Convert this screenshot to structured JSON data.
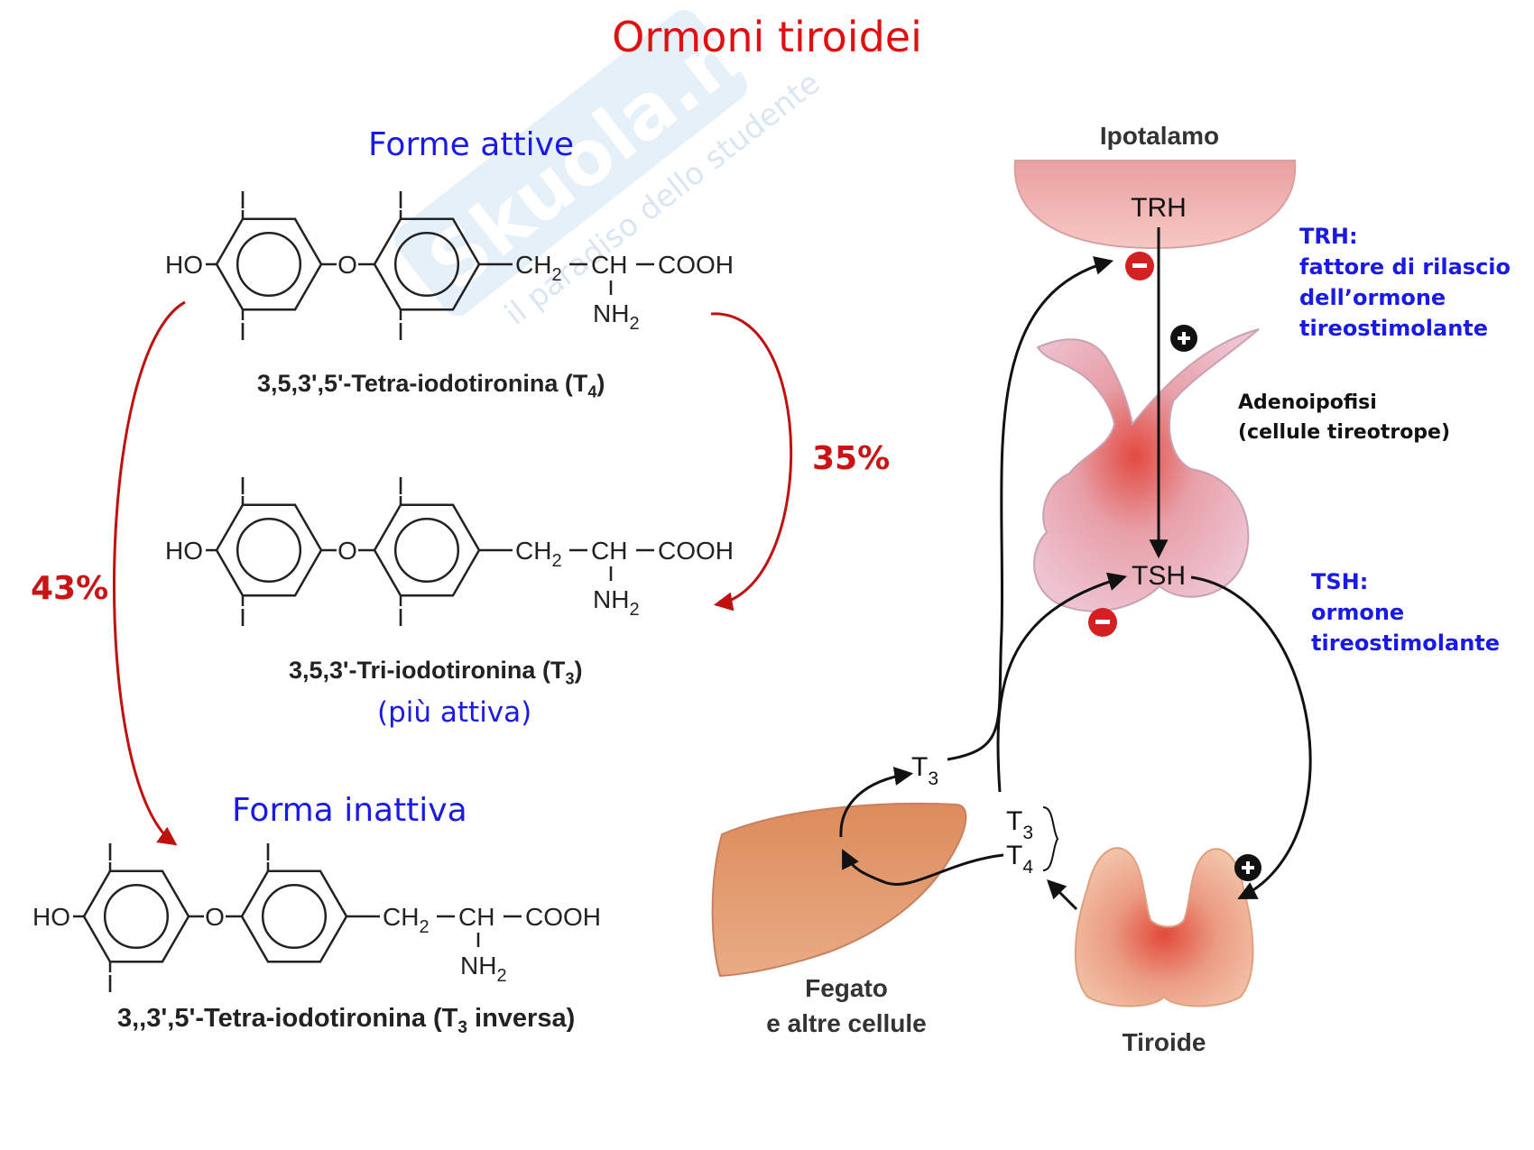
{
  "title": "Ormoni tiroidei",
  "watermark": {
    "brand": "Skuola.net",
    "tagline": "il paradiso dello studente"
  },
  "headings": {
    "active_forms": "Forme attive",
    "inactive_form": "Forma inattiva"
  },
  "molecules": {
    "t4": {
      "name": "3,5,3',5'-Tetra-iodotironina (T",
      "sub": "4",
      "close": ")"
    },
    "t3": {
      "name": "3,5,3'-Tri-iodotironina (T",
      "sub": "3",
      "close": ")",
      "note": "(più attiva)"
    },
    "rt3": {
      "name": "3,,3',5'-Tetra-iodotironina (T",
      "sub": "3",
      "close": " inversa)"
    }
  },
  "chem_labels": {
    "ho": "HO",
    "o": "O",
    "iodine": "I",
    "ch2": "CH",
    "ch2_sub": "2",
    "ch": "CH",
    "cooh": "COOH",
    "nh2": "NH",
    "nh2_sub": "2"
  },
  "percentages": {
    "t4_to_t3": "35%",
    "t4_to_rt3": "43%"
  },
  "diagram": {
    "hypothalamus": "Ipotalamo",
    "trh": "TRH",
    "tsh": "TSH",
    "pituitary": [
      "Adenoipofisi",
      "(cellule tireotrope)"
    ],
    "thyroid": "Tiroide",
    "liver": [
      "Fegato",
      "e altre cellule"
    ],
    "t3_label": "T",
    "t3_sub": "3",
    "t4_label": "T",
    "t4_sub": "4",
    "plus": "+",
    "minus": "−"
  },
  "definitions": {
    "trh": [
      "TRH:",
      "fattore di rilascio",
      "dell’ormone",
      "tireostimolante"
    ],
    "tsh": [
      "TSH:",
      "ormone",
      "tireostimolante"
    ]
  },
  "colors": {
    "title": "#e01010",
    "heading": "#1a1ae6",
    "arrow_red": "#c01010",
    "organ_fill": "#f0b8a8",
    "liver_fill": "#e7a47c",
    "pituitary_fill": "#e6aab6"
  }
}
